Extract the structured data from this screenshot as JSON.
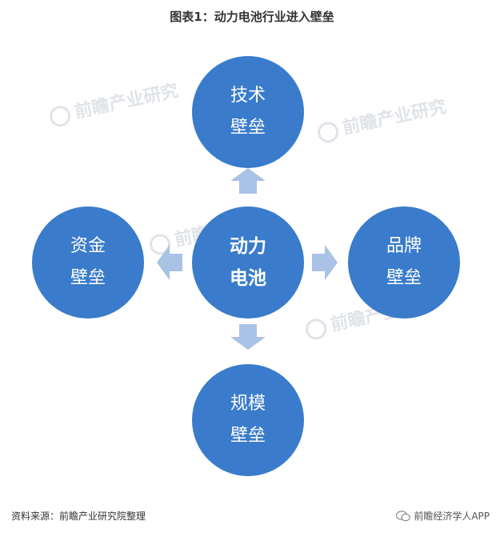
{
  "title": "图表1：动力电池行业进入壁垒",
  "watermark": "前瞻产业研究",
  "nodes": {
    "center": {
      "line1": "动力",
      "line2": "电池"
    },
    "top": {
      "line1": "技术",
      "line2": "壁垒"
    },
    "left": {
      "line1": "资金",
      "line2": "壁垒"
    },
    "right": {
      "line1": "品牌",
      "line2": "壁垒"
    },
    "bottom": {
      "line1": "规模",
      "line2": "壁垒"
    }
  },
  "colors": {
    "circle": "#3a7ccb",
    "arrow": "#a9c2e6"
  },
  "footer": {
    "source": "资料来源：前瞻产业研究院整理",
    "brand": "前瞻经济学人APP"
  }
}
